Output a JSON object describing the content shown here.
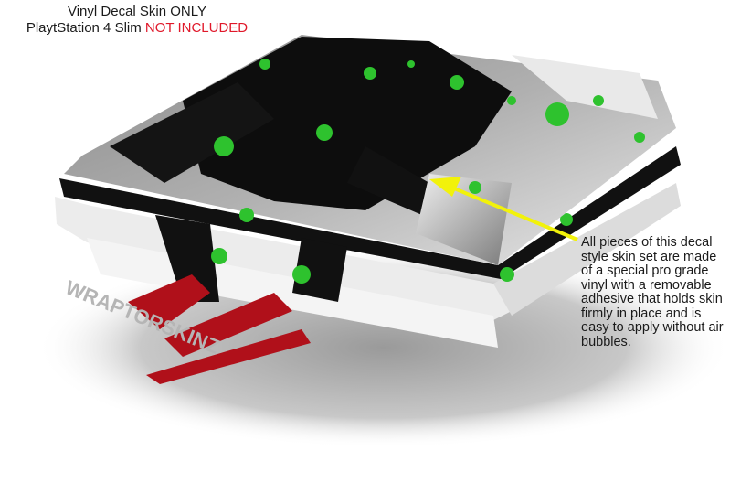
{
  "header": {
    "line1": "Vinyl Decal Skin ONLY",
    "line2_prefix": "PlaytStation 4 Slim",
    "line2_warning": "NOT INCLUDED"
  },
  "callout": {
    "text": "All pieces of this decal style  skin set are made of a special pro grade vinyl with a removable adhesive that holds skin firmly in place and is easy to apply without air bubbles."
  },
  "logo": {
    "text": "WRAPTORSKINZ"
  },
  "colors": {
    "warning_red": "#e0182a",
    "splatter_green": "#2ec22e",
    "arrow_yellow": "#f2f20a",
    "logo_red": "#b0101a"
  }
}
